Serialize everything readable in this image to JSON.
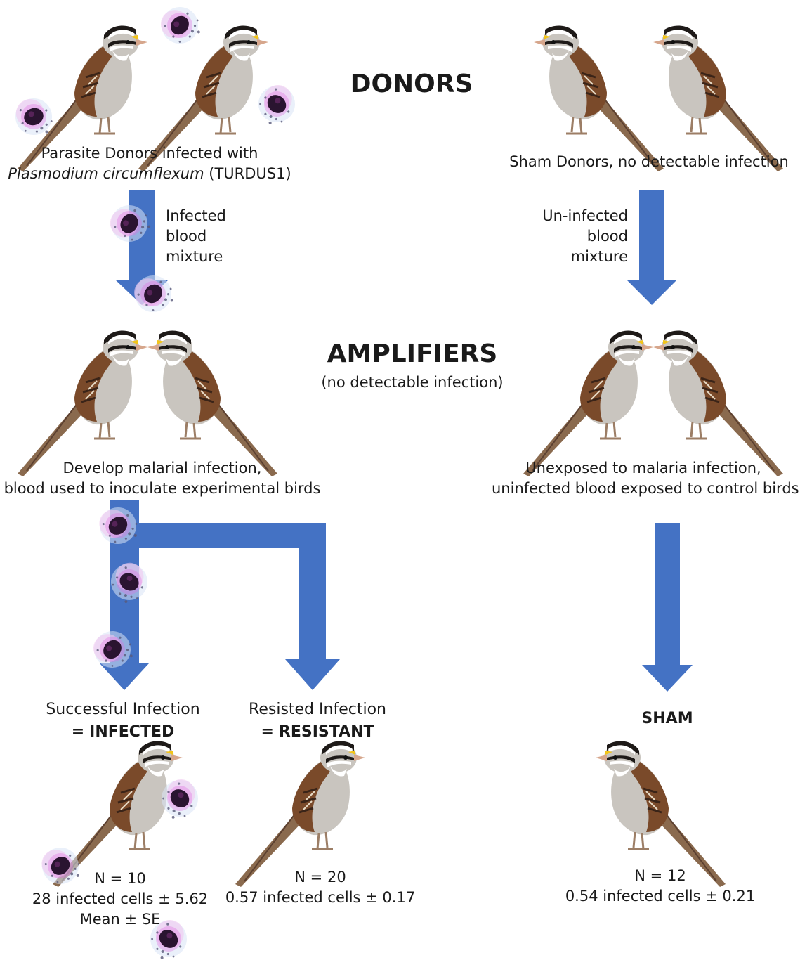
{
  "sections": {
    "donors_heading": "DONORS",
    "amplifiers_heading": "AMPLIFIERS",
    "amplifiers_sub": "(no detectable infection)"
  },
  "left": {
    "donor_caption_line1": "Parasite Donors infected with",
    "donor_species": "Plasmodium circumflexum",
    "donor_strain": "(TURDUS1)",
    "arrow_label": [
      "Infected",
      "blood",
      "mixture"
    ],
    "amplifier_caption": [
      "Develop malarial infection,",
      "blood used to inoculate experimental birds"
    ],
    "infected": {
      "title": "Successful Infection",
      "eq": "= ",
      "label": "INFECTED",
      "n": "N = 10",
      "stat": "28 infected cells ± 5.62",
      "note": "Mean ± SE"
    },
    "resistant": {
      "title": "Resisted Infection",
      "eq": "= ",
      "label": "RESISTANT",
      "n": "N = 20",
      "stat": "0.57 infected cells ± 0.17"
    }
  },
  "right": {
    "donor_caption": "Sham Donors, no detectable infection",
    "arrow_label": [
      "Un-infected",
      "blood",
      "mixture"
    ],
    "amplifier_caption": [
      "Unexposed to malaria infection,",
      "uninfected blood exposed to control birds"
    ],
    "sham": {
      "label": "SHAM",
      "n": "N = 12",
      "stat": "0.54 infected cells ± 0.21"
    }
  },
  "colors": {
    "arrow": "#4472c4",
    "bird_brown": "#7a4a2a",
    "bird_gray": "#c9c5bf",
    "crown_yellow": "#f2c418",
    "parasite": "#2a1430"
  }
}
